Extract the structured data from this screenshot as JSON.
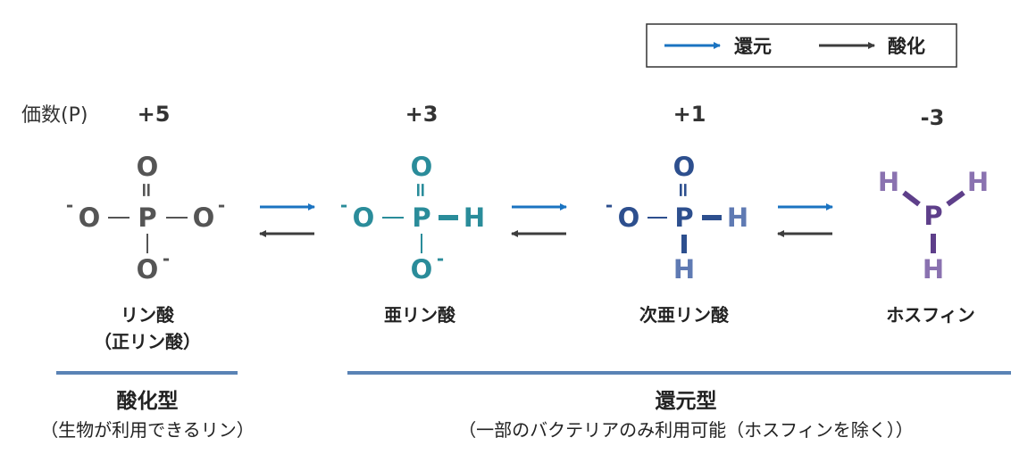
{
  "legend": {
    "reduction_label": "還元",
    "oxidation_label": "酸化"
  },
  "valence_header": "価数(P)",
  "colors": {
    "reduction_arrow": "#1a73c1",
    "oxidation_arrow": "#3d3d3d",
    "phosphate": "#555555",
    "phosphite": "#2a8c9a",
    "hypophosphite": "#2d4f8e",
    "hypophosphite_h": "#5f7ab3",
    "phosphine": "#5e3f8a",
    "phosphine_h": "#8a72b0",
    "group_bar": "#5a83b5"
  },
  "compounds": [
    {
      "valence": "+5",
      "name": "リン酸",
      "alt_name": "（正リン酸）"
    },
    {
      "valence": "+3",
      "name": "亜リン酸"
    },
    {
      "valence": "+1",
      "name": "次亜リン酸"
    },
    {
      "valence": "-3",
      "name": "ホスフィン"
    }
  ],
  "atoms": {
    "O": "O",
    "P": "P",
    "H": "H",
    "charge": "-",
    "double_bond": "="
  },
  "groups": {
    "oxidized": {
      "title": "酸化型",
      "subtitle": "（生物が利用できるリン）"
    },
    "reduced": {
      "title": "還元型",
      "subtitle": "（一部のバクテリアのみ利用可能（ホスフィンを除く））"
    }
  }
}
